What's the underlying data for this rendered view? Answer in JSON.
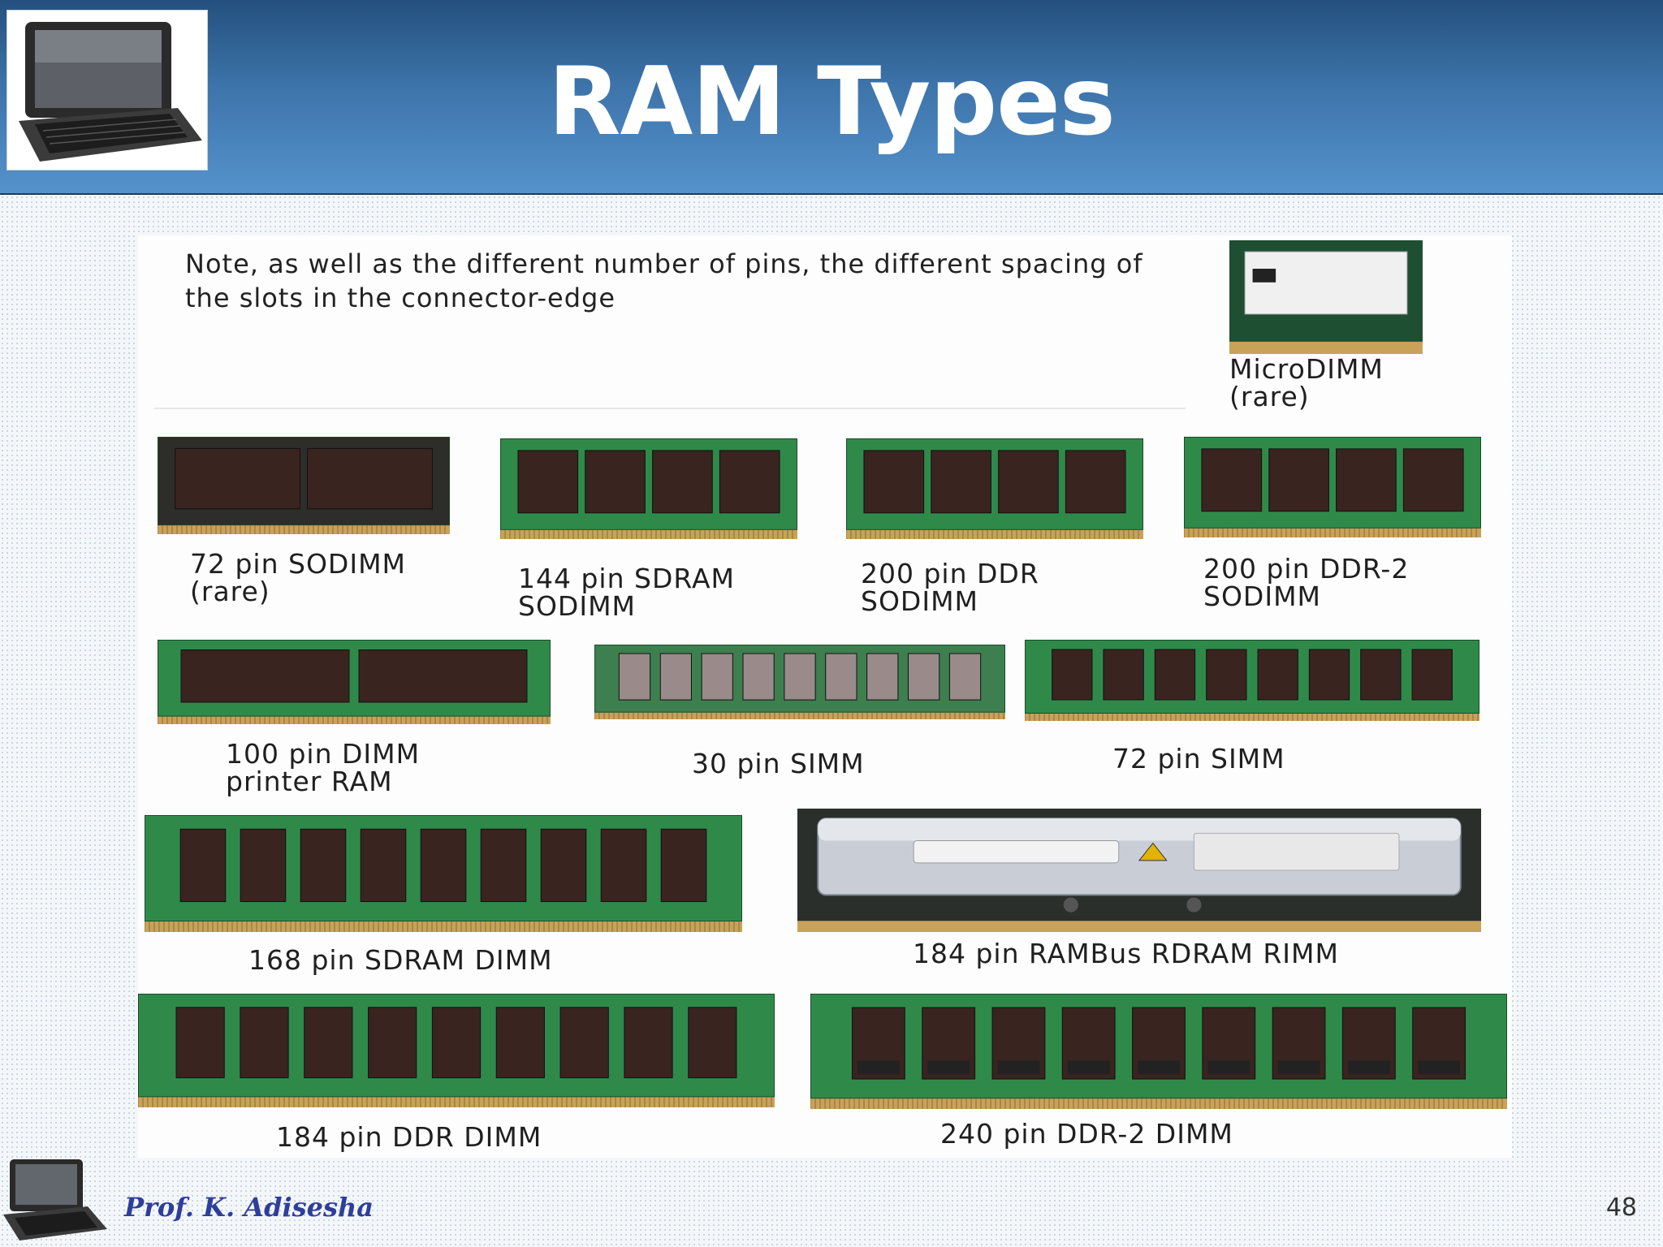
{
  "slide": {
    "title": "RAM Types",
    "note": "Note, as well as the different number of pins, the different spacing of the slots  in the connector-edge",
    "footer_author": "Prof. K. Adisesha",
    "page_number": "48",
    "header_icon": "laptop-icon"
  },
  "modules": [
    {
      "label": "MicroDIMM\n(rare)",
      "kind": "micro",
      "chips": 1
    },
    {
      "label": "72 pin SODIMM\n(rare)",
      "kind": "sodimm-old",
      "chips": 2
    },
    {
      "label": "144 pin SDRAM\nSODIMM",
      "kind": "green",
      "chips": 4
    },
    {
      "label": "200 pin DDR\nSODIMM",
      "kind": "green",
      "chips": 4
    },
    {
      "label": "200 pin DDR-2\nSODIMM",
      "kind": "green",
      "chips": 4
    },
    {
      "label": "100 pin DIMM\nprinter RAM",
      "kind": "green",
      "chips": 2
    },
    {
      "label": "30 pin SIMM",
      "kind": "simm",
      "chips": 9
    },
    {
      "label": "72 pin SIMM",
      "kind": "green",
      "chips": 8
    },
    {
      "label": "168 pin SDRAM DIMM",
      "kind": "green",
      "chips": 9
    },
    {
      "label": "184 pin RAMBus RDRAM RIMM",
      "kind": "rimm",
      "chips": 0
    },
    {
      "label": "184 pin DDR DIMM",
      "kind": "green",
      "chips": 9
    },
    {
      "label": "240 pin DDR-2 DIMM",
      "kind": "ddr2",
      "chips": 9
    }
  ],
  "colors": {
    "pcb_green": "#2f8a4a",
    "chip": "#3a2420",
    "gold_pins": "#c9a25a",
    "header_dark": "#24507e",
    "header_light": "#5592cb"
  }
}
